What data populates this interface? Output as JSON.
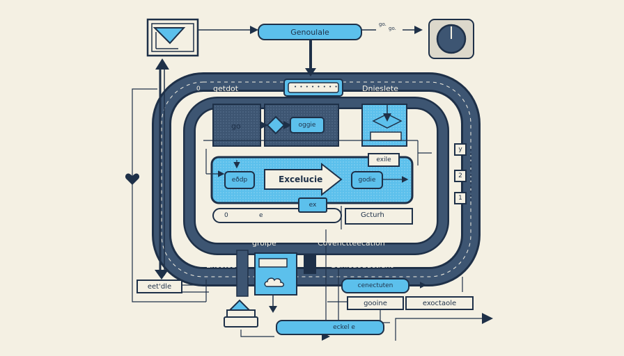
{
  "top": {
    "generate_label": "Genoulale",
    "go_label": "go.",
    "go_label2": "go.",
    "chip_dots": "• • • • • • • •"
  },
  "track": {
    "getdot": "getdot",
    "getdot_marker": "0",
    "dnieslete": "Dnieslete",
    "execute_outer": "Excctce",
    "groipe": "groipe",
    "converter": "Covenctteecation",
    "gunicdoductient": "Gunicdoductient",
    "row_zero": "0",
    "row_e": "e",
    "gcturh": "Gcturh"
  },
  "inner": {
    "go_box": "go",
    "ogge": "oggie",
    "exile": "exile",
    "excelucie": "Excelucie",
    "bubble_left": "eðdp",
    "bubble_right": "godie",
    "ex": "ex"
  },
  "right_side": {
    "num_y": "y",
    "num_2": "2",
    "num_1": "1"
  },
  "bottom": {
    "eetidle": "eet'dle",
    "cenectuten": "cenectuten",
    "goone": "gooine",
    "exoctaole": "exoctaole",
    "eckel": "eckel  e"
  },
  "colors": {
    "navy": "#1e3048",
    "accent": "#5cc0ec",
    "background": "#f4f0e3",
    "panel": "#3d5572"
  },
  "icons": [
    "monitor-icon",
    "clock-icon",
    "heart-icon",
    "cloud-icon",
    "cursor-icon",
    "funnel-icon"
  ]
}
